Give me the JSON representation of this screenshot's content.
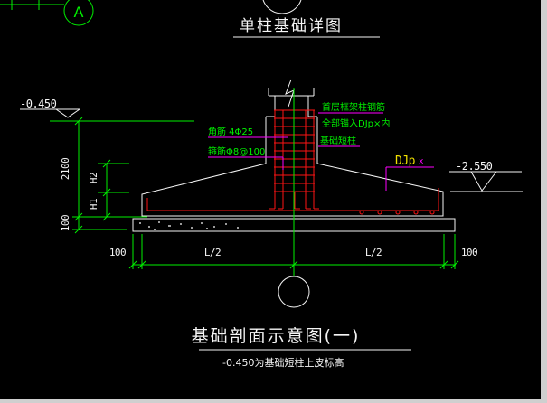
{
  "colors": {
    "bg": "#000000",
    "white": "#f5f5f5",
    "green": "#00f000",
    "red": "#ff1414",
    "magenta": "#ff00ff",
    "yellow": "#f0e000",
    "gray": "#9a9a9a"
  },
  "header": {
    "grid_bubble": "A",
    "title": "单柱基础详图"
  },
  "section": {
    "elevation_top": "-0.450",
    "elevation_bottom": "-2.550",
    "callouts": {
      "corner_bars": "角筋 4Φ25",
      "stirrups": "箍筋Φ8@100",
      "column_rebar_1": "首层框架柱钢筋",
      "column_rebar_2": "全部锚入DJp×内",
      "short_column": "基础短柱",
      "footing_mark": "DJp",
      "footing_mark_sub": "x"
    },
    "dims": {
      "total": "2100",
      "h2": "H2",
      "h1": "H1",
      "base": "100",
      "bottom": [
        "100",
        "L/2",
        "L/2",
        "100"
      ]
    }
  },
  "footer": {
    "title": "基础剖面示意图(一)",
    "note": "-0.450为基础短柱上皮标高"
  }
}
